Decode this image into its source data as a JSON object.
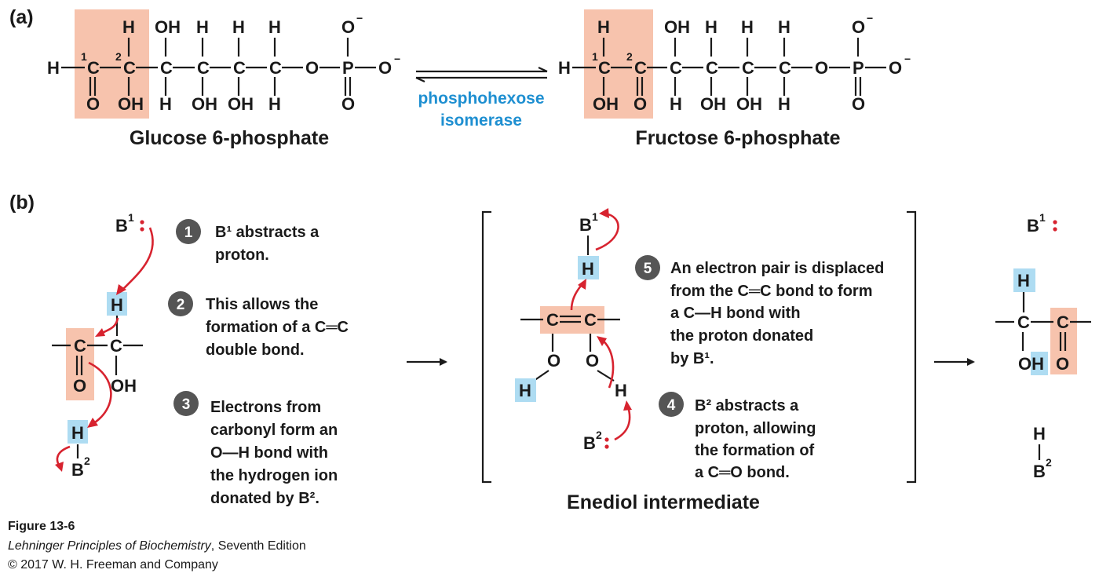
{
  "panel_a": {
    "label": "(a)",
    "glucose_name": "Glucose 6-phosphate",
    "fructose_name": "Fructose 6-phosphate",
    "enzyme_line1": "phosphohexose",
    "enzyme_line2": "isomerase"
  },
  "panel_b": {
    "label": "(b)",
    "steps": [
      {
        "num": "1",
        "lines": [
          "B¹ abstracts a",
          "proton."
        ]
      },
      {
        "num": "2",
        "lines": [
          "This allows the",
          "formation of a C═C",
          "double bond."
        ]
      },
      {
        "num": "3",
        "lines": [
          "Electrons from",
          "carbonyl form an",
          "O—H bond with",
          "the hydrogen ion",
          "donated by B²."
        ]
      },
      {
        "num": "5",
        "lines": [
          "An electron pair is displaced",
          "from the C═C bond to form",
          "a C—H bond with",
          "the proton donated",
          "by B¹."
        ]
      },
      {
        "num": "4",
        "lines": [
          "B² abstracts a",
          "proton, allowing",
          "the formation of",
          "a C═O bond."
        ]
      }
    ],
    "intermediate_label": "Enediol intermediate"
  },
  "credits": {
    "figure": "Figure 13-6",
    "book_title": "Lehninger Principles of Biochemistry",
    "book_edition": ", Seventh Edition",
    "copyright": "© 2017 W. H. Freeman and Company"
  },
  "colors": {
    "highlight_salmon": "#f7c3ad",
    "highlight_blue": "#aedcf2",
    "arrow_red": "#d7232f",
    "enzyme_blue": "#1e8fd1",
    "badge_gray": "#555555"
  }
}
